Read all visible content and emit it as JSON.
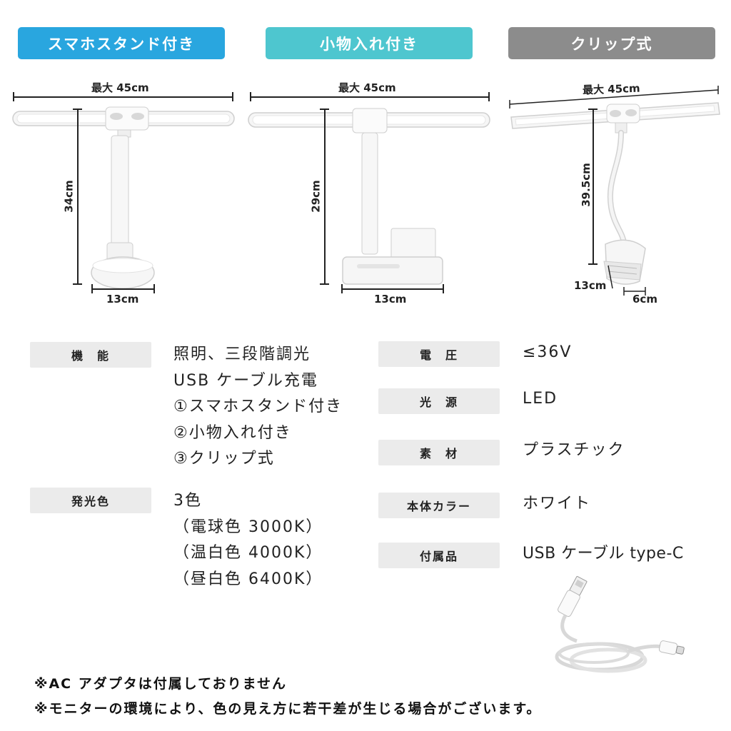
{
  "tags": [
    {
      "label": "スマホスタンド付き",
      "color": "#29a6df"
    },
    {
      "label": "小物入れ付き",
      "color": "#4ec6cf"
    },
    {
      "label": "クリップ式",
      "color": "#8c8c8c"
    }
  ],
  "dims": {
    "lamp1": {
      "width": "最大 45cm",
      "height": "34cm",
      "base": "13cm"
    },
    "lamp2": {
      "width": "最大 45cm",
      "height": "29cm",
      "base": "13cm"
    },
    "lamp3": {
      "width": "最大 45cm",
      "height": "39.5cm",
      "clip_depth": "13cm",
      "clip_width": "6cm"
    }
  },
  "specs_left": [
    {
      "label": "機　能",
      "lines": [
        "照明、三段階調光",
        "USB ケーブル充電",
        "①スマホスタンド付き",
        "②小物入れ付き",
        "③クリップ式"
      ]
    },
    {
      "label": "発光色",
      "lines": [
        "3色",
        "（電球色 3000K）",
        "（温白色 4000K）",
        "（昼白色 6400K）"
      ]
    }
  ],
  "specs_right": [
    {
      "label": "電　圧",
      "value": "≤36V"
    },
    {
      "label": "光　源",
      "value": "LED"
    },
    {
      "label": "素　材",
      "value": "プラスチック"
    },
    {
      "label": "本体カラー",
      "value": "ホワイト"
    },
    {
      "label": "付属品",
      "value": "USB ケーブル type-C"
    }
  ],
  "notes": [
    "※AC アダプタは付属しておりません",
    "※モニターの環境により、色の見え方に若干差が生じる場合がございます。"
  ]
}
